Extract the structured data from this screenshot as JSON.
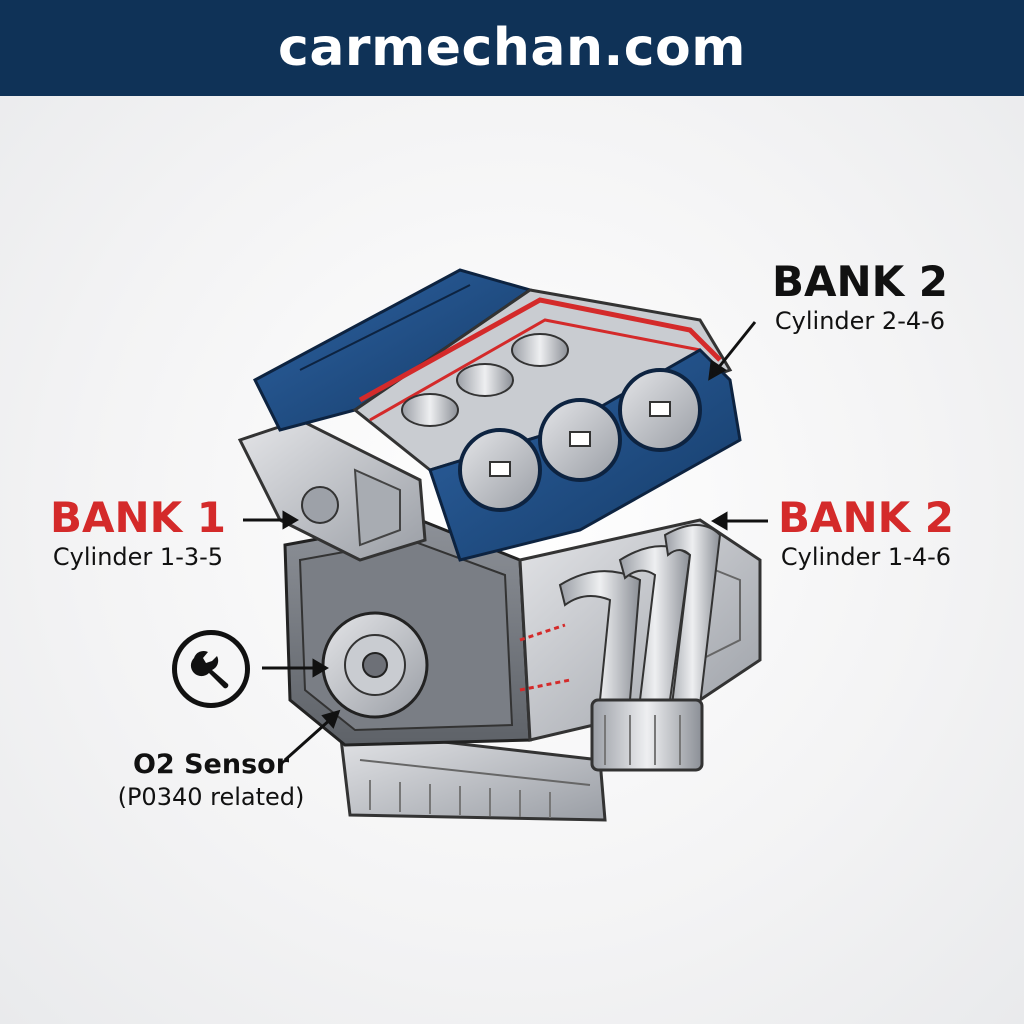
{
  "header": {
    "title": "carmechan.com"
  },
  "labels": {
    "bank2_top": {
      "title": "BANK 2",
      "subtitle": "Cylinder 2-4-6"
    },
    "bank1": {
      "title": "BANK 1",
      "subtitle": "Cylinder 1-3-5"
    },
    "bank2_right": {
      "title": "BANK 2",
      "subtitle": "Cylinder 1-4-6"
    },
    "o2_sensor": {
      "title": "O2 Sensor",
      "subtitle": "(P0340 related)"
    }
  },
  "icons": {
    "tool": "wrench-icon"
  },
  "colors": {
    "header_bg": "#0f3257",
    "accent_red": "#d42a2a",
    "engine_blue": "#1f4f86",
    "metal": "#b9bcc1"
  }
}
